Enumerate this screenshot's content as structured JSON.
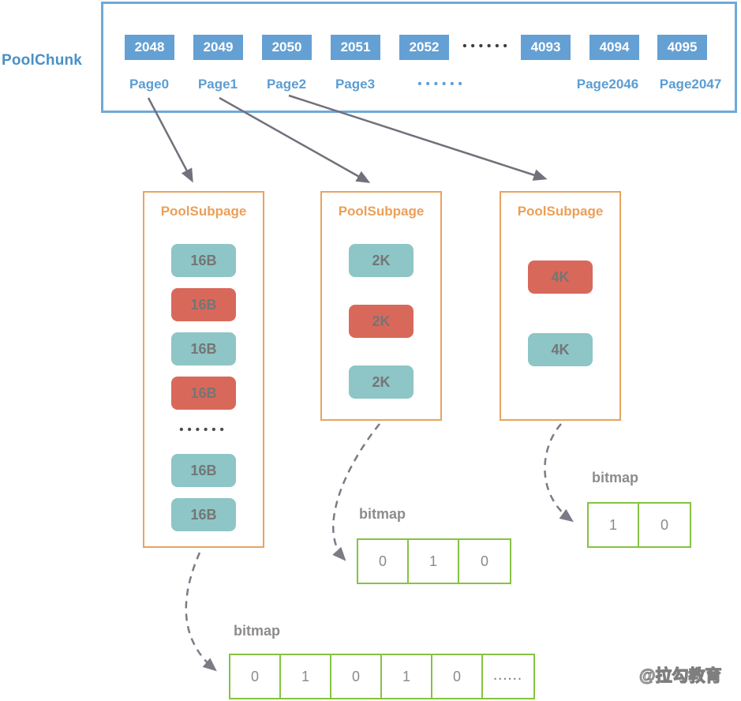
{
  "pool_chunk": {
    "label": "PoolChunk",
    "slots": [
      "2048",
      "2049",
      "2050",
      "2051",
      "2052",
      "4093",
      "4094",
      "4095"
    ],
    "slots_ellipsis": "••••••",
    "pages": [
      "Page0",
      "Page1",
      "Page2",
      "Page3",
      "Page2046",
      "Page2047"
    ],
    "pages_ellipsis": "••••••"
  },
  "subpages": [
    {
      "title": "PoolSubpage",
      "blocks": [
        {
          "label": "16B",
          "state": "free"
        },
        {
          "label": "16B",
          "state": "used"
        },
        {
          "label": "16B",
          "state": "free"
        },
        {
          "label": "16B",
          "state": "used"
        },
        {
          "label": "16B",
          "state": "free"
        },
        {
          "label": "16B",
          "state": "free"
        }
      ],
      "ellipsis": "••••••"
    },
    {
      "title": "PoolSubpage",
      "blocks": [
        {
          "label": "2K",
          "state": "free"
        },
        {
          "label": "2K",
          "state": "used"
        },
        {
          "label": "2K",
          "state": "free"
        }
      ]
    },
    {
      "title": "PoolSubpage",
      "blocks": [
        {
          "label": "4K",
          "state": "used"
        },
        {
          "label": "4K",
          "state": "free"
        }
      ]
    }
  ],
  "bitmaps": [
    {
      "label": "bitmap",
      "cells": [
        "0",
        "1",
        "0",
        "1",
        "0",
        "......"
      ]
    },
    {
      "label": "bitmap",
      "cells": [
        "0",
        "1",
        "0"
      ]
    },
    {
      "label": "bitmap",
      "cells": [
        "1",
        "0"
      ]
    }
  ],
  "watermark": "@拉勾教育",
  "colors": {
    "chunk_border": "#6fa9d9",
    "slot_fill": "#64a0d4",
    "subpage_border": "#e8a45f",
    "subpage_title": "#ec9f57",
    "block_free": "#8ec5c6",
    "block_used": "#d8695a",
    "bitmap_border": "#85c342",
    "arrow": "#71717c"
  }
}
